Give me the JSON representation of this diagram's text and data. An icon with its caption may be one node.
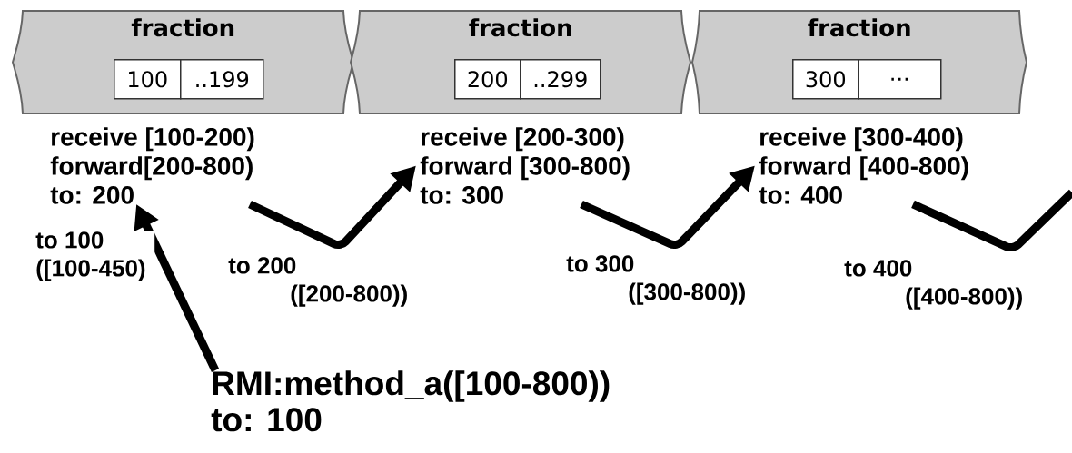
{
  "diagram": {
    "nodes": [
      {
        "text": [
          "fraction"
        ]
      },
      {
        "text": [
          "100"
        ],
        "in": 0
      },
      {
        "text": [
          "..199"
        ],
        "in": 0
      },
      {
        "text": [
          "fraction"
        ]
      },
      {
        "text": [
          "200"
        ],
        "in": 3
      },
      {
        "text": [
          "..299"
        ],
        "in": 3
      },
      {
        "text": [
          "fraction"
        ]
      },
      {
        "text": [
          "300"
        ],
        "in": 6
      },
      {
        "text": [
          "..."
        ],
        "in": 6
      },
      {
        "text": [
          "receive [100-200) forward[200-800) to: 200"
        ]
      },
      {
        "text": [
          "receive [200-300) forward [300-800) to: 300"
        ]
      },
      {
        "text": [
          "receive [300-400) forward [400-800) to: 400"
        ]
      },
      {
        "text": [
          "RMI:method_a([100-800)) to: 100"
        ]
      }
    ],
    "edges": [
      {
        "from": 12,
        "to": 9,
        "arrow": "to",
        "label": "to 100 ([100-450)"
      },
      {
        "from": 9,
        "to": 10,
        "arrow": "to",
        "label": "to 200 ([200-800))"
      },
      {
        "from": 10,
        "to": 11,
        "arrow": "to",
        "label": "to 300 ([300-800))"
      },
      {
        "from": 11,
        "to": null,
        "arrow": "none",
        "label": "to 400 ([400-800))"
      }
    ]
  }
}
